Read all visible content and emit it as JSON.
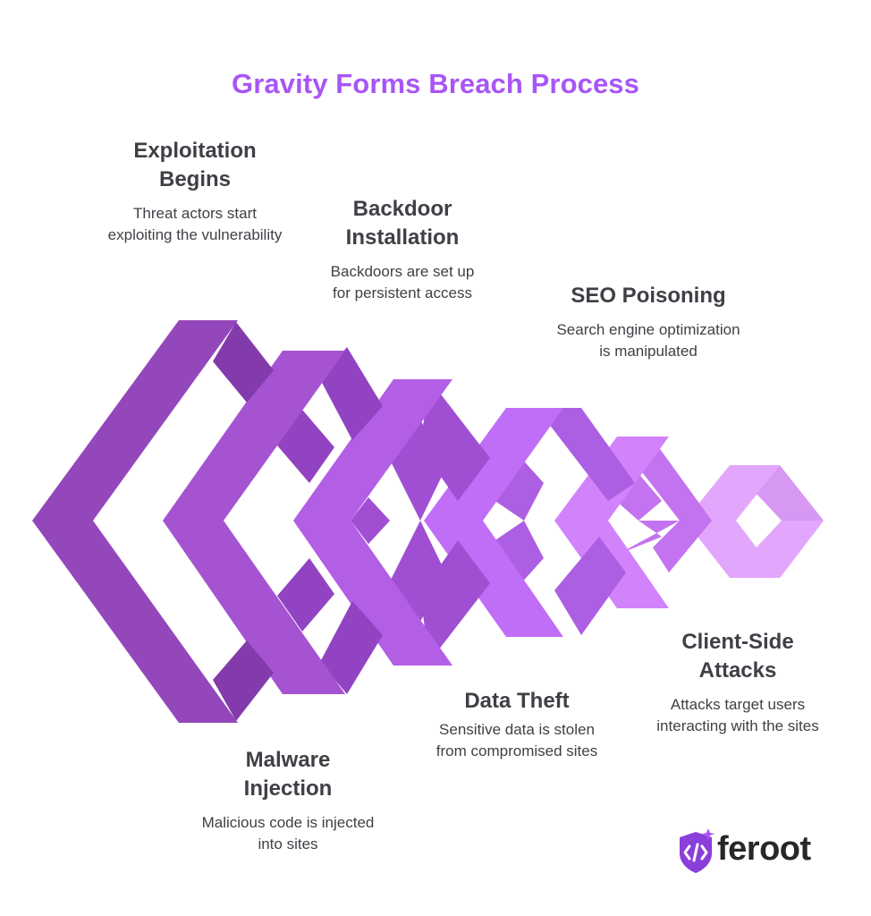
{
  "title": "Gravity Forms Breach Process",
  "steps": [
    {
      "title": "Exploitation\nBegins",
      "description": "Threat actors start exploiting the vulnerability"
    },
    {
      "title": "Malware\nInjection",
      "description": "Malicious code is injected into sites"
    },
    {
      "title": "Backdoor\nInstallation",
      "description": "Backdoors are set up for persistent access"
    },
    {
      "title": "Data Theft",
      "description": "Sensitive data is stolen from compromised sites"
    },
    {
      "title": "SEO Poisoning",
      "description": "Search engine optimization is manipulated"
    },
    {
      "title": "Client-Side\nAttacks",
      "description": "Attacks target users interacting with the sites"
    }
  ],
  "colors": {
    "title": "#a855f7",
    "text": "#3f3f46",
    "stage_fills": [
      "#9447bb",
      "#a653d2",
      "#b25ee5",
      "#c06ef7",
      "#d283fb",
      "#e2a7fc"
    ],
    "stage_shades": [
      "#833bab",
      "#9243c2",
      "#a04fd2",
      "#ad5fe4",
      "#c373ef",
      "#d798f4"
    ]
  },
  "logo": {
    "text": "feroot",
    "icon": "shield-code-icon"
  }
}
